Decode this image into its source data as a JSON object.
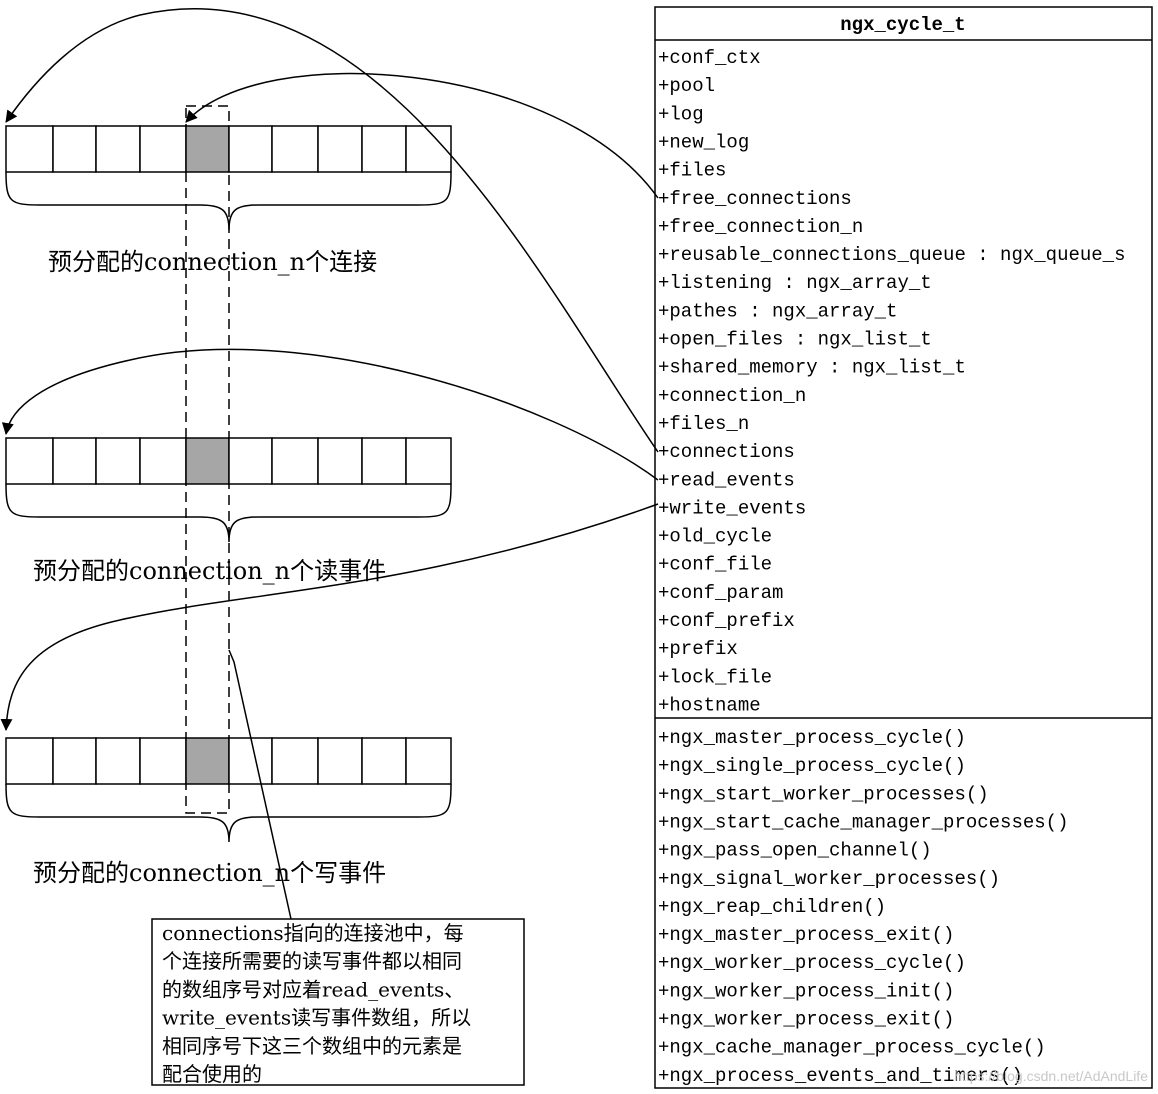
{
  "class_box": {
    "title": "ngx_cycle_t",
    "attributes": [
      "+conf_ctx",
      "+pool",
      "+log",
      "+new_log",
      "+files",
      "+free_connections",
      "+free_connection_n",
      "+reusable_connections_queue : ngx_queue_s",
      "+listening : ngx_array_t",
      "+pathes : ngx_array_t",
      "+open_files : ngx_list_t",
      "+shared_memory : ngx_list_t",
      "+connection_n",
      "+files_n",
      "+connections",
      "+read_events",
      "+write_events",
      "+old_cycle",
      "+conf_file",
      "+conf_param",
      "+conf_prefix",
      "+prefix",
      "+lock_file",
      "+hostname"
    ],
    "methods": [
      "+ngx_master_process_cycle()",
      "+ngx_single_process_cycle()",
      "+ngx_start_worker_processes()",
      "+ngx_start_cache_manager_processes()",
      "+ngx_pass_open_channel()",
      "+ngx_signal_worker_processes()",
      "+ngx_reap_children()",
      "+ngx_master_process_exit()",
      "+ngx_worker_process_cycle()",
      "+ngx_worker_process_init()",
      "+ngx_worker_process_exit()",
      "+ngx_cache_manager_process_cycle()",
      "+ngx_process_events_and_timers()"
    ]
  },
  "arrays": [
    {
      "label": "预分配的connection_n个连接"
    },
    {
      "label": "预分配的connection_n个读事件"
    },
    {
      "label": "预分配的connection_n个写事件"
    }
  ],
  "note": {
    "lines": [
      "connections指向的连接池中，每",
      "个连接所需要的读写事件都以相同",
      "的数组序号对应着read_events、",
      "write_events读写事件数组，所以",
      "相同序号下这三个数组中的元素是",
      "配合使用的"
    ]
  },
  "watermark": "https://blog.csdn.net/AdAndLife",
  "colors": {
    "stroke": "#000000",
    "highlight_cell": "#a6a6a6",
    "background": "#ffffff"
  }
}
